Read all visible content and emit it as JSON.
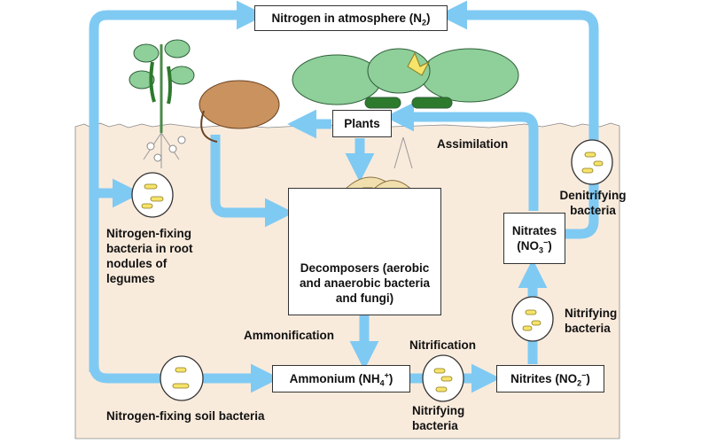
{
  "colors": {
    "arrow": "#7fcaf3",
    "soil": "#f9ebdc",
    "bacteria": "#f6e36a",
    "leaf": "#8ecf9a",
    "animal": "#c9925e",
    "fungus": "#f1dfae"
  },
  "boxes": {
    "atmosphere": {
      "text": "Nitrogen in atmosphere (N",
      "sub": "2",
      "end": ")"
    },
    "plants": {
      "text": "Plants"
    },
    "decomposers": {
      "text": "Decomposers (aerobic and anaerobic bacteria and fungi)"
    },
    "ammonium": {
      "text": "Ammonium (NH",
      "sub": "4",
      "sup": "+",
      "end": ")"
    },
    "nitrites": {
      "text": "Nitrites (NO",
      "sub": "2",
      "sup": "−",
      "end": ")"
    },
    "nitrates": {
      "text": "Nitrates",
      "line2": "(NO",
      "sub": "3",
      "sup": "−",
      "end": ")"
    }
  },
  "labels": {
    "assimilation": "Assimilation",
    "denitrifying": "Denitrifying bacteria",
    "root_nodules": "Nitrogen-fixing bacteria in root nodules of legumes",
    "ammonification": "Ammonification",
    "nitrification": "Nitrification",
    "nitrifying_1": "Nitrifying bacteria",
    "nitrifying_2": "Nitrifying bacteria",
    "soil_bacteria": "Nitrogen-fixing soil bacteria"
  }
}
